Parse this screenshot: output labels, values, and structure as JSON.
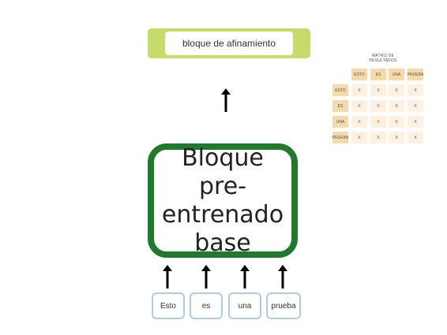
{
  "top_block": {
    "label": "bloque de afinamiento"
  },
  "base_block": {
    "label": "Bloque pre-entrenado base"
  },
  "tokens": [
    "Esto",
    "es",
    "una",
    "prueba"
  ],
  "matrix": {
    "title_line1": "MATRIZ DE",
    "title_line2": "RESULTADOS",
    "col_headers": [
      "ESTO",
      "ES",
      "UNA",
      "PRUEBA"
    ],
    "rows": [
      {
        "label": "ESTO",
        "cells": [
          "X",
          "X",
          "X",
          "X"
        ]
      },
      {
        "label": "ES",
        "cells": [
          "X",
          "X",
          "X",
          "X"
        ]
      },
      {
        "label": "UNA",
        "cells": [
          "X",
          "X",
          "X",
          "X"
        ]
      },
      {
        "label": "PRUEBA",
        "cells": [
          "X",
          "X",
          "X",
          "X"
        ]
      }
    ]
  },
  "colors": {
    "top_block": "#c5dc6a",
    "base_border": "#1f7a2e",
    "token_border": "#a9ccef",
    "matrix_header": "#f8d9a9",
    "matrix_cell": "#fdf1e2"
  }
}
